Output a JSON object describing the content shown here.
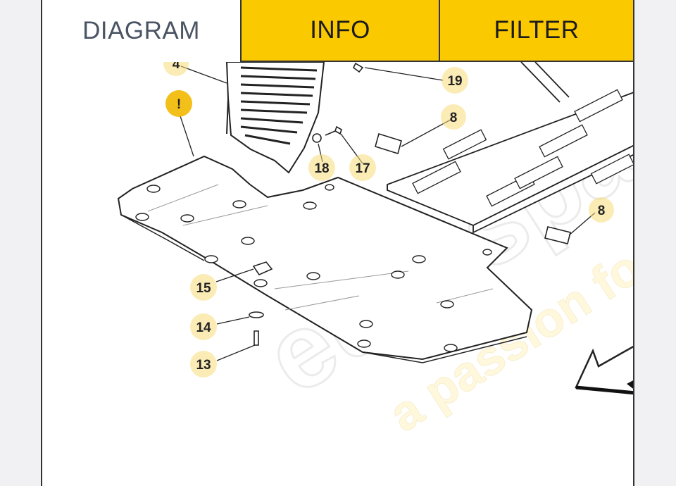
{
  "tabs": {
    "diagram": "DIAGRAM",
    "info": "INFO",
    "filter": "FILTER"
  },
  "colors": {
    "accent": "#fbc900",
    "tab_text": "#4a5463",
    "callout_halo": "#f7dc7a"
  },
  "watermark": {
    "brand": "eurospare",
    "tagline": "a passion for"
  },
  "callouts": [
    {
      "id": "4",
      "label": "4"
    },
    {
      "id": "1",
      "label": "!"
    },
    {
      "id": "19",
      "label": "19"
    },
    {
      "id": "8a",
      "label": "8"
    },
    {
      "id": "18",
      "label": "18"
    },
    {
      "id": "17",
      "label": "17"
    },
    {
      "id": "8b",
      "label": "8"
    },
    {
      "id": "15",
      "label": "15"
    },
    {
      "id": "14",
      "label": "14"
    },
    {
      "id": "13",
      "label": "13"
    }
  ]
}
